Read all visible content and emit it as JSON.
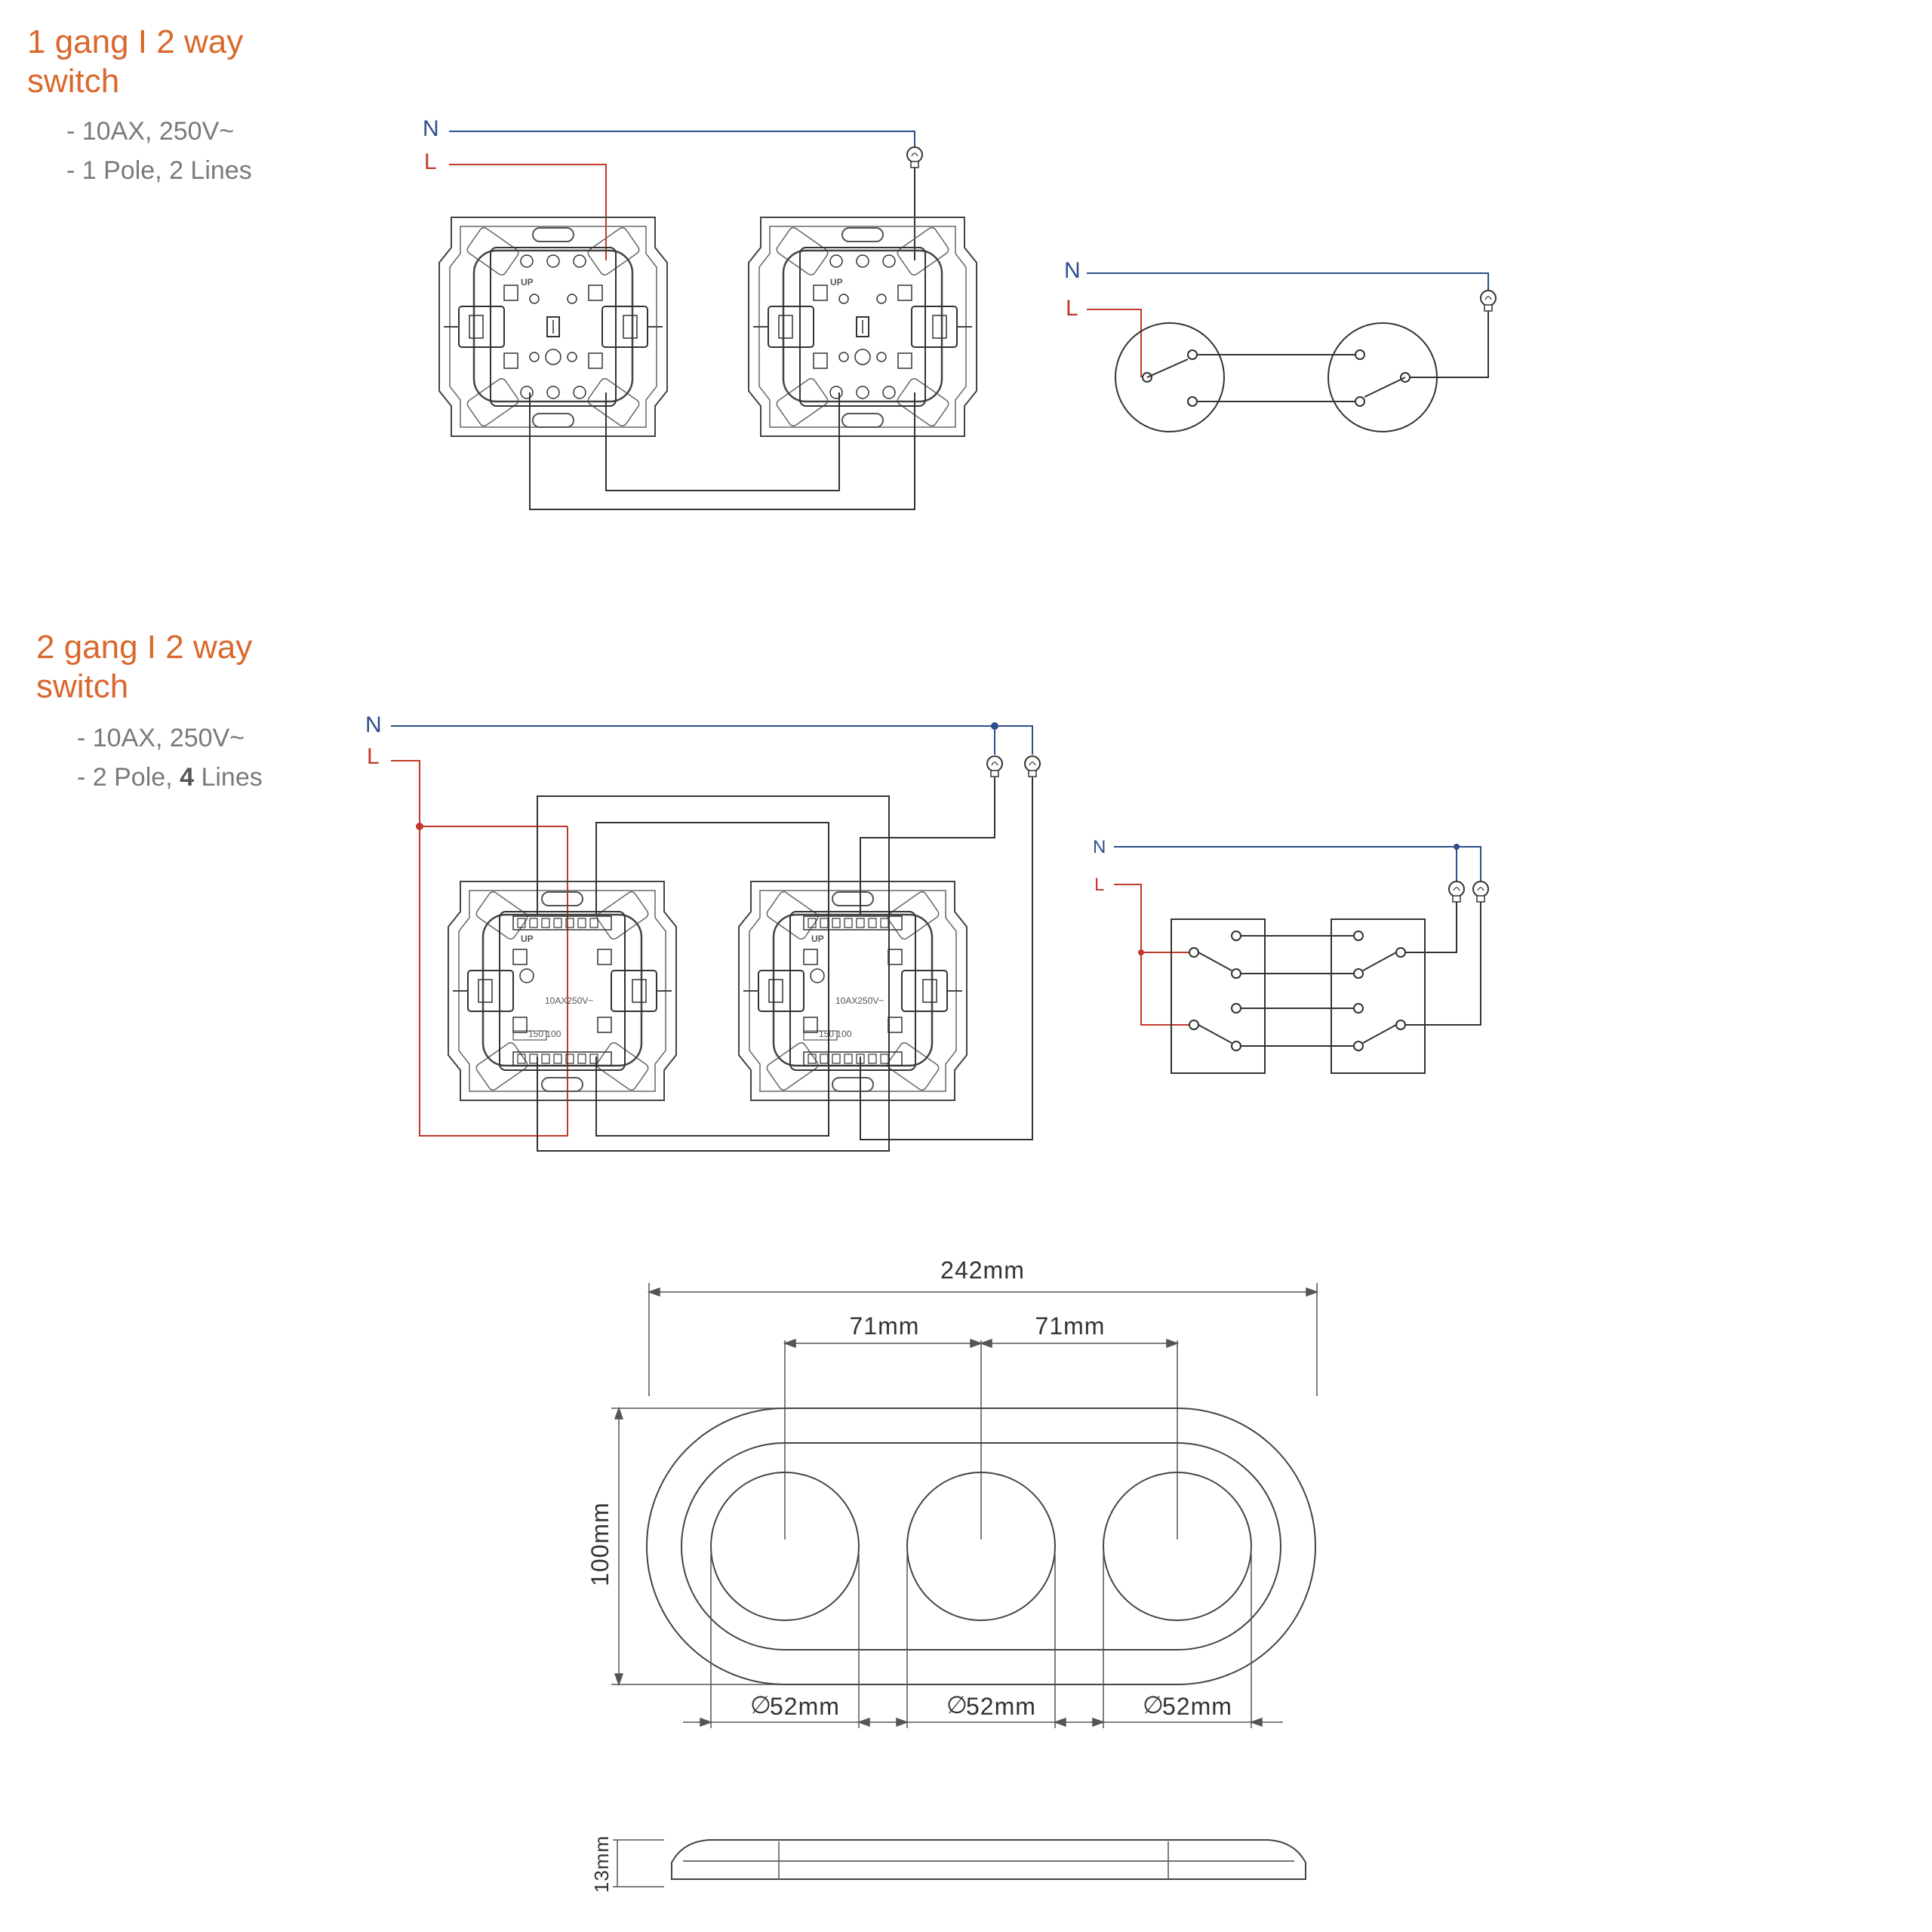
{
  "section1": {
    "title_line1": "1 gang I 2 way",
    "title_line2": "switch",
    "spec1": "- 10AX, 250V~",
    "spec2": "- 1 Pole, 2 Lines",
    "neutral_label": "N",
    "live_label": "L",
    "module_up": "UP"
  },
  "section2": {
    "title_line1": "2 gang I 2 way",
    "title_line2": "switch",
    "spec1": "- 10AX, 250V~",
    "spec2_prefix": "- 2 Pole, ",
    "spec2_bold": "4",
    "spec2_suffix": " Lines",
    "neutral_label": "N",
    "live_label": "L",
    "module_up": "UP",
    "module_rating_a": "10AX250V~",
    "module_rating_b": "10AX250V~",
    "module_code": "150 100"
  },
  "dimensions": {
    "total_width": "242mm",
    "pitch_left": "71mm",
    "pitch_right": "71mm",
    "height": "100mm",
    "diameter_1": "52mm",
    "diameter_2": "52mm",
    "diameter_3": "52mm",
    "diameter_symbol": "∅",
    "depth": "13mm"
  },
  "colors": {
    "title": "#d9682c",
    "spec": "#7a7a7a",
    "neutral_wire": "#2b4f8a",
    "live_wire": "#c0392b",
    "line": "#333333"
  }
}
